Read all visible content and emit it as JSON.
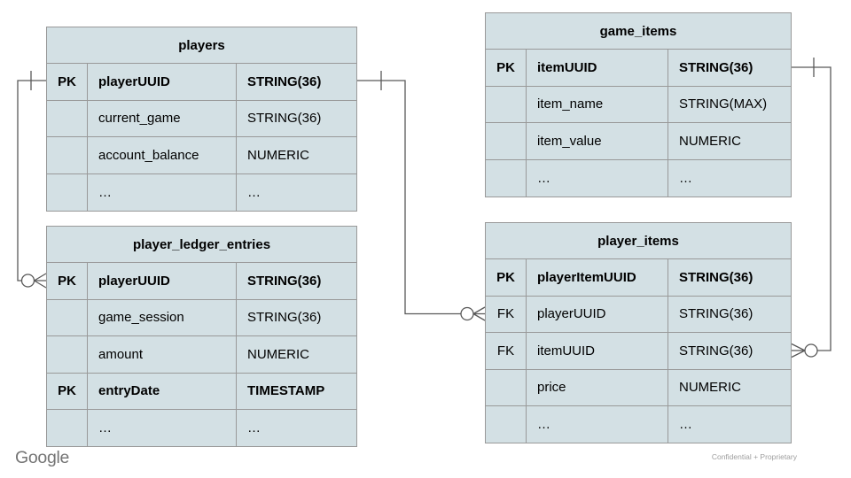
{
  "slide": {
    "logo": "Google",
    "footer_note": "Confidential + Proprietary"
  },
  "colors": {
    "table_fill": "#d3e0e4",
    "table_border": "#999999",
    "connector_line": "#595959",
    "logo_text": "#757575",
    "footer_text": "#9e9e9e"
  },
  "tables": {
    "players": {
      "title": "players",
      "rows": [
        {
          "key": "PK",
          "name": "playerUUID",
          "type": "STRING(36)"
        },
        {
          "key": "",
          "name": "current_game",
          "type": "STRING(36)"
        },
        {
          "key": "",
          "name": "account_balance",
          "type": "NUMERIC"
        },
        {
          "key": "",
          "name": "…",
          "type": "…"
        }
      ]
    },
    "game_items": {
      "title": "game_items",
      "rows": [
        {
          "key": "PK",
          "name": "itemUUID",
          "type": "STRING(36)"
        },
        {
          "key": "",
          "name": "item_name",
          "type": "STRING(MAX)"
        },
        {
          "key": "",
          "name": "item_value",
          "type": "NUMERIC"
        },
        {
          "key": "",
          "name": "…",
          "type": "…"
        }
      ]
    },
    "player_ledger_entries": {
      "title": "player_ledger_entries",
      "rows": [
        {
          "key": "PK",
          "name": "playerUUID",
          "type": "STRING(36)"
        },
        {
          "key": "",
          "name": "game_session",
          "type": "STRING(36)"
        },
        {
          "key": "",
          "name": "amount",
          "type": "NUMERIC"
        },
        {
          "key": "PK",
          "name": "entryDate",
          "type": "TIMESTAMP"
        },
        {
          "key": "",
          "name": "…",
          "type": "…"
        }
      ]
    },
    "player_items": {
      "title": "player_items",
      "rows": [
        {
          "key": "PK",
          "name": "playerItemUUID",
          "type": "STRING(36)"
        },
        {
          "key": "FK",
          "name": "playerUUID",
          "type": "STRING(36)"
        },
        {
          "key": "FK",
          "name": "itemUUID",
          "type": "STRING(36)"
        },
        {
          "key": "",
          "name": "price",
          "type": "NUMERIC"
        },
        {
          "key": "",
          "name": "…",
          "type": "…"
        }
      ]
    }
  },
  "relationships": [
    {
      "from": "players.playerUUID",
      "from_cardinality": "one",
      "to": "player_ledger_entries.playerUUID",
      "to_cardinality": "zero-or-many"
    },
    {
      "from": "players.playerUUID",
      "from_cardinality": "one",
      "to": "player_items.playerUUID",
      "to_cardinality": "zero-or-many"
    },
    {
      "from": "game_items.itemUUID",
      "from_cardinality": "one",
      "to": "player_items.itemUUID",
      "to_cardinality": "zero-or-many"
    }
  ]
}
